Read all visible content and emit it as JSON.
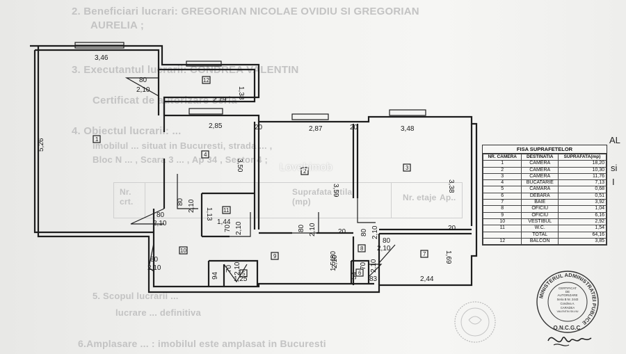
{
  "watermark": "Lovehimob",
  "background_text": [
    "2.  Beneficiari  lucrari: GREGORIAN NICOLAE OVIDIU SI GREGORIAN",
    "AURELIA ;",
    "3.  Executantul lucrarii: CONDREA VALENTIN",
    "Certificat de autorizare seria",
    "4.  Obiectul lucrarii: ...",
    "imobilul ... situat in Bucuresti,  strada ... ,",
    "Bloc  N ... , Scara 3 ... , Ap 34 , Sector 4 ;",
    "5.  Scopul lucrarii ...",
    "lucrare ... definitiva",
    "6.Amplasare ... : imobilul este amplasat in Bucuresti"
  ],
  "background_table": {
    "col1": "Nr.\ncrt.",
    "col2": "Suprafata utila\n(mp)",
    "col3": "Nr. etaje",
    "col4": "Ap.."
  },
  "side_text": {
    "top": "AL",
    "mid1": "si",
    "mid2": "I"
  },
  "floor_plan": {
    "dimensions": [
      {
        "id": "d-346",
        "label": "3,46"
      },
      {
        "id": "d-526",
        "label": "5,26"
      },
      {
        "id": "d-80-210-a",
        "label": "80"
      },
      {
        "id": "d-80-210-a2",
        "label": "2,10"
      },
      {
        "id": "d-279",
        "label": "2,79"
      },
      {
        "id": "d-138",
        "label": "1,38"
      },
      {
        "id": "d-285",
        "label": "2,85"
      },
      {
        "id": "d-350",
        "label": "3,50"
      },
      {
        "id": "d-287",
        "label": "2,87"
      },
      {
        "id": "d-359",
        "label": "3,59"
      },
      {
        "id": "d-348",
        "label": "3,48"
      },
      {
        "id": "d-338",
        "label": "3,38"
      },
      {
        "id": "d-20a",
        "label": "20"
      },
      {
        "id": "d-20b",
        "label": "20"
      },
      {
        "id": "d-20c",
        "label": "20"
      },
      {
        "id": "d-80-210-b",
        "label": "80"
      },
      {
        "id": "d-80-210-b2",
        "label": "2,10"
      },
      {
        "id": "d-80v",
        "label": "80"
      },
      {
        "id": "d-210v",
        "label": "2,10"
      },
      {
        "id": "d-113",
        "label": "1,13"
      },
      {
        "id": "d-144",
        "label": "1,44"
      },
      {
        "id": "d-70-210-a",
        "label": "70"
      },
      {
        "id": "d-70-210-a2",
        "label": "2,10"
      },
      {
        "id": "d-80-210-c",
        "label": "80"
      },
      {
        "id": "d-80-210-c2",
        "label": "2,10"
      },
      {
        "id": "d-80-210-d",
        "label": "80"
      },
      {
        "id": "d-80-210-d2",
        "label": "2,10"
      },
      {
        "id": "d-80-210-e",
        "label": "80"
      },
      {
        "id": "d-80-210-e2",
        "label": "2,10"
      },
      {
        "id": "d-80-210-f",
        "label": "80"
      },
      {
        "id": "d-80-210-f2",
        "label": "2,10"
      },
      {
        "id": "d-80-210-g",
        "label": "80"
      },
      {
        "id": "d-80-210-g2",
        "label": "2,10"
      },
      {
        "id": "d-151",
        "label": "1,51"
      },
      {
        "id": "d-169",
        "label": "1,69"
      },
      {
        "id": "d-244",
        "label": "2,44"
      },
      {
        "id": "d-20d",
        "label": "20"
      },
      {
        "id": "d-70-210-h",
        "label": "70"
      },
      {
        "id": "d-70-210-h2",
        "label": "2,10"
      },
      {
        "id": "d-70-210-i",
        "label": "70"
      },
      {
        "id": "d-70-210-i2",
        "label": "2,10"
      },
      {
        "id": "d-94",
        "label": "94"
      },
      {
        "id": "d-125",
        "label": "1,25"
      },
      {
        "id": "d-54",
        "label": "54"
      },
      {
        "id": "d-83",
        "label": "83"
      }
    ],
    "room_numbers": [
      {
        "id": "r1",
        "label": "1"
      },
      {
        "id": "r12",
        "label": "12"
      },
      {
        "id": "r4",
        "label": "4"
      },
      {
        "id": "r2",
        "label": "2"
      },
      {
        "id": "r3",
        "label": "3"
      },
      {
        "id": "r11",
        "label": "11"
      },
      {
        "id": "r10",
        "label": "10"
      },
      {
        "id": "r9",
        "label": "9"
      },
      {
        "id": "r5",
        "label": "5"
      },
      {
        "id": "r8",
        "label": "8"
      },
      {
        "id": "r6",
        "label": "6"
      },
      {
        "id": "r7",
        "label": "7"
      }
    ]
  },
  "surface_table": {
    "title": "FISA SUPRAFETELOR",
    "headers": [
      "NR. CAMERA",
      "DESTINATIA",
      "SUPRAFATA(mp)"
    ],
    "rows": [
      [
        "1",
        "CAMERA",
        "18,20"
      ],
      [
        "2",
        "CAMERA",
        "10,30"
      ],
      [
        "3",
        "CAMERA",
        "11,76"
      ],
      [
        "4",
        "BUCATARIE",
        "7,13"
      ],
      [
        "5",
        "CAMARA",
        "0,68"
      ],
      [
        "6",
        "DEBARA",
        "0,51"
      ],
      [
        "7",
        "BAIE",
        "3,92"
      ],
      [
        "8",
        "OFICIU",
        "1,04"
      ],
      [
        "9",
        "OFICIU",
        "6,16"
      ],
      [
        "10",
        "VESTIBUL",
        "2,92"
      ],
      [
        "11",
        "W.C.",
        "1,54"
      ],
      [
        "",
        "TOTAL",
        "64,16"
      ],
      [
        "12",
        "BALCON",
        "3,85"
      ]
    ]
  },
  "stamp": {
    "ring_text": "MINISTERUL ADMINISTRATIEI PUBLICE",
    "center_lines": [
      "CERTIFICAT",
      "DE",
      "AUTORIZARE",
      "Seria B Nr. 2443",
      "Condrea A.",
      "CARADEA",
      "VALENTIN SILVIU"
    ],
    "bottom": "O.N.C.G.C."
  },
  "colors": {
    "ink": "#1d1d1d",
    "paper": "#f3f3f1",
    "faded": "#c3c3c3"
  }
}
